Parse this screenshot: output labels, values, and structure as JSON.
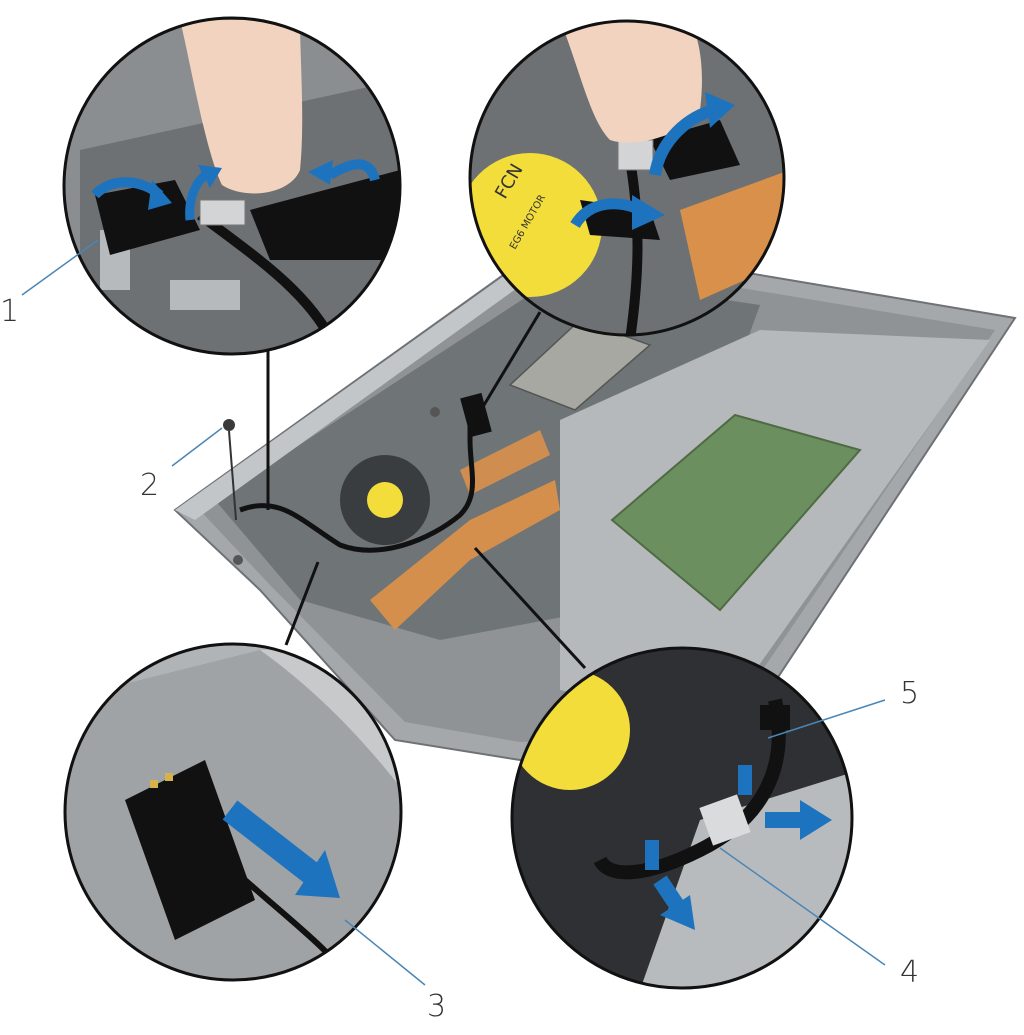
{
  "figure": {
    "callouts": [
      {
        "id": "1",
        "label": "1"
      },
      {
        "id": "2",
        "label": "2"
      },
      {
        "id": "3",
        "label": "3"
      },
      {
        "id": "4",
        "label": "4"
      },
      {
        "id": "5",
        "label": "5"
      }
    ],
    "fan_label": "FCN",
    "fan_sublabel": "EG6 MOTOR",
    "colors": {
      "arrow": "#1e73be",
      "chassis": "#9fa3a6",
      "cable": "#111111",
      "copper_tape": "#d9904a",
      "fan_hub": "#f2dd3b",
      "touchpad": "#6c8f5f",
      "callout_line": "#4a86b6"
    }
  }
}
